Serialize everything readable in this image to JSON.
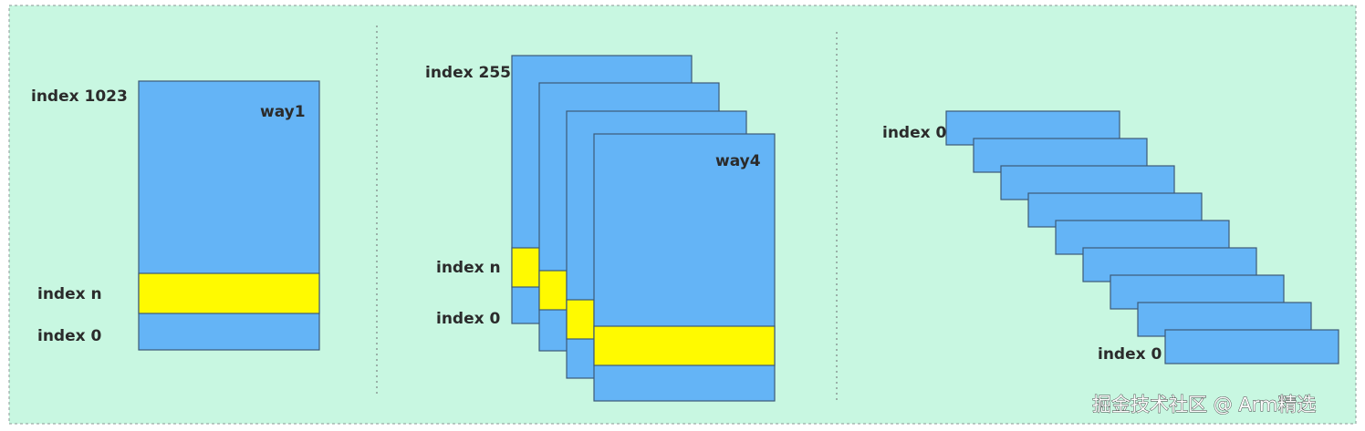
{
  "colors": {
    "background": "#c8f7e1",
    "block": "#64b4f6",
    "highlight": "#fffa00",
    "outline": "#3c5a78",
    "divider": "#8a9a95"
  },
  "panels": {
    "direct": {
      "labels": {
        "top": "index 1023",
        "way": "way1",
        "mid": "index n",
        "bottom": "index 0"
      }
    },
    "set_assoc": {
      "labels": {
        "top": "index 255",
        "way": "way4",
        "mid": "index n",
        "bottom": "index 0"
      }
    },
    "full_assoc": {
      "labels": {
        "top": "index 0",
        "bottom": "index 0"
      }
    }
  },
  "watermark": "掘金技术社区 @ Arm精选"
}
